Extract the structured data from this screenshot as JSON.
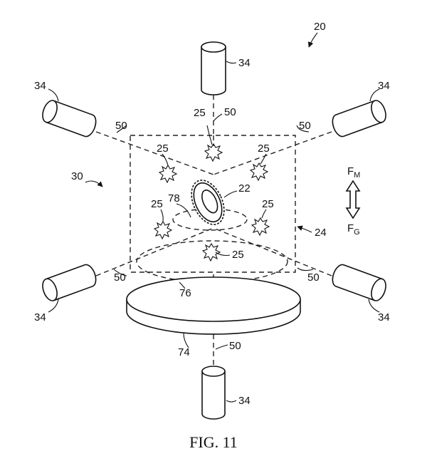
{
  "figure": {
    "caption": "FIG. 11",
    "labels": {
      "system": "20",
      "assembly": "30",
      "region": "24",
      "gear": "22",
      "droplet": "25",
      "emitter": "34",
      "beam": "50",
      "plate": "74",
      "lower_zone": "76",
      "upper_zone": "78",
      "force_magnetic": "F",
      "force_magnetic_sub": "M",
      "force_gravity": "F",
      "force_gravity_sub": "G"
    }
  }
}
